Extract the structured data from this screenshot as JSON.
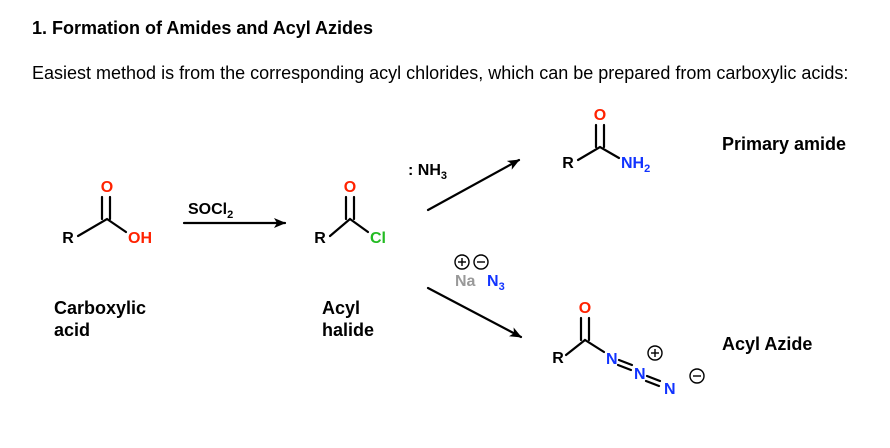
{
  "heading": "1. Formation of Amides and Acyl Azides",
  "intro": "Easiest method is from the corresponding acyl chlorides, which can be prepared from carboxylic acids:",
  "atoms": {
    "R": "R",
    "O": "O",
    "OH": "OH",
    "Cl": "Cl",
    "N": "N",
    "NH": "NH",
    "NH_sub": "2"
  },
  "reagents": {
    "socl2_main": "SOCl",
    "socl2_sub": "2",
    "nh3_main": ": NH",
    "nh3_sub": "3",
    "na": "Na",
    "n3_main": "N",
    "n3_sub": "3"
  },
  "labels": {
    "carboxylic_line1": "Carboxylic",
    "carboxylic_line2": "acid",
    "acyl_line1": "Acyl",
    "acyl_line2": "halide",
    "primary_amide": "Primary amide",
    "acyl_azide": "Acyl Azide"
  },
  "colors": {
    "oxygen": "#ff2200",
    "nitrogen": "#1133ff",
    "chlorine": "#22bb22",
    "sodium": "#999999",
    "carbon": "#000000"
  }
}
